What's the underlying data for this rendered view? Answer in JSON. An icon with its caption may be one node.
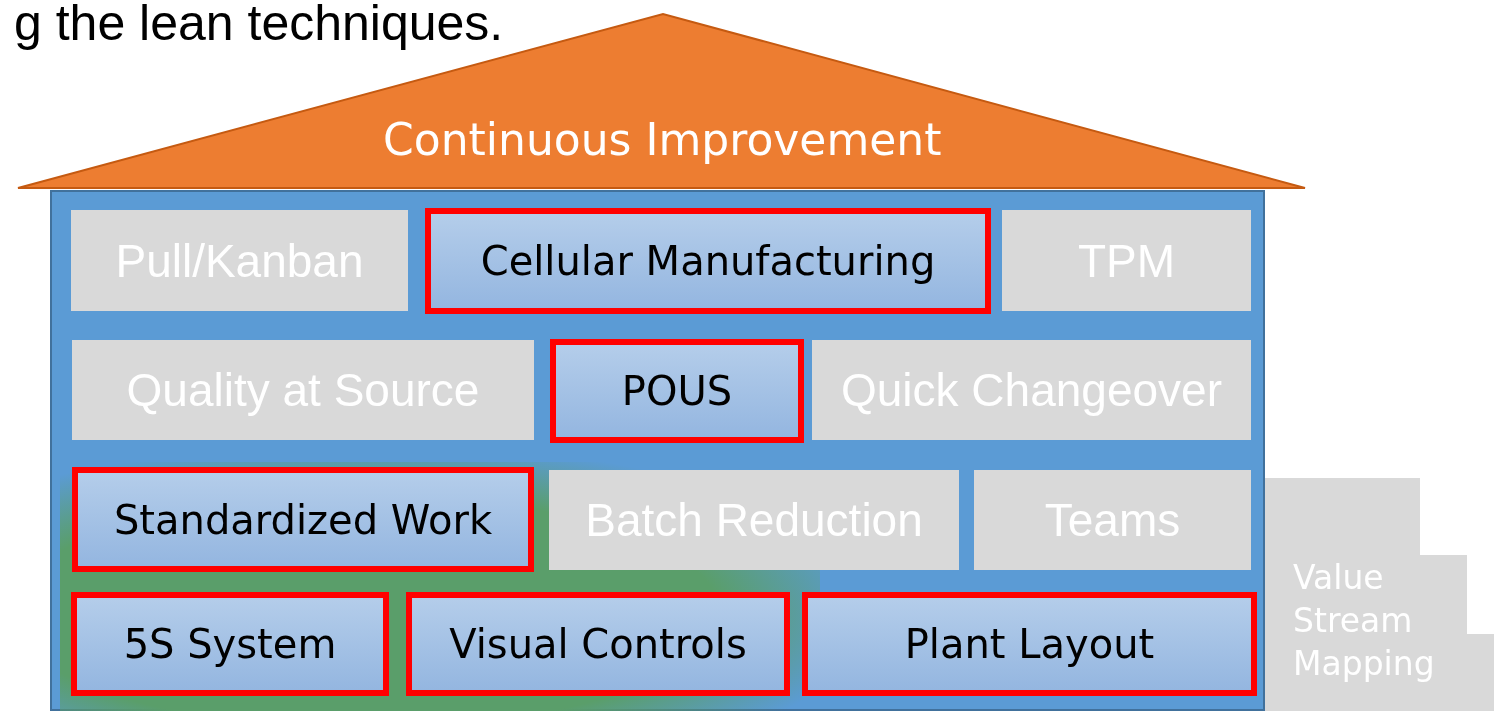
{
  "diagram": {
    "nodes": [
      {
        "text": [
          "Continuous Improvement"
        ]
      },
      {
        "text": [],
        "shape": "box"
      },
      {
        "text": [
          "Pull/Kanban"
        ],
        "in": 1
      },
      {
        "text": [
          "Cellular Manufacturing"
        ],
        "in": 1
      },
      {
        "text": [
          "TPM"
        ],
        "in": 1
      },
      {
        "text": [
          "Quality at Source"
        ],
        "in": 1
      },
      {
        "text": [
          "POUS"
        ],
        "in": 1
      },
      {
        "text": [
          "Quick Changeover"
        ],
        "in": 1
      },
      {
        "text": [
          "Standardized Work"
        ],
        "in": 1
      },
      {
        "text": [
          "Batch Reduction"
        ],
        "in": 1
      },
      {
        "text": [
          "Teams"
        ],
        "in": 1
      },
      {
        "text": [
          "5S System"
        ],
        "in": 1
      },
      {
        "text": [
          "Visual Controls"
        ],
        "in": 1
      },
      {
        "text": [
          "Plant Layout"
        ],
        "in": 1
      },
      {
        "text": [
          "Value Stream Mapping"
        ]
      }
    ],
    "edges": [],
    "labels": [
      "g the lean techniques."
    ]
  }
}
